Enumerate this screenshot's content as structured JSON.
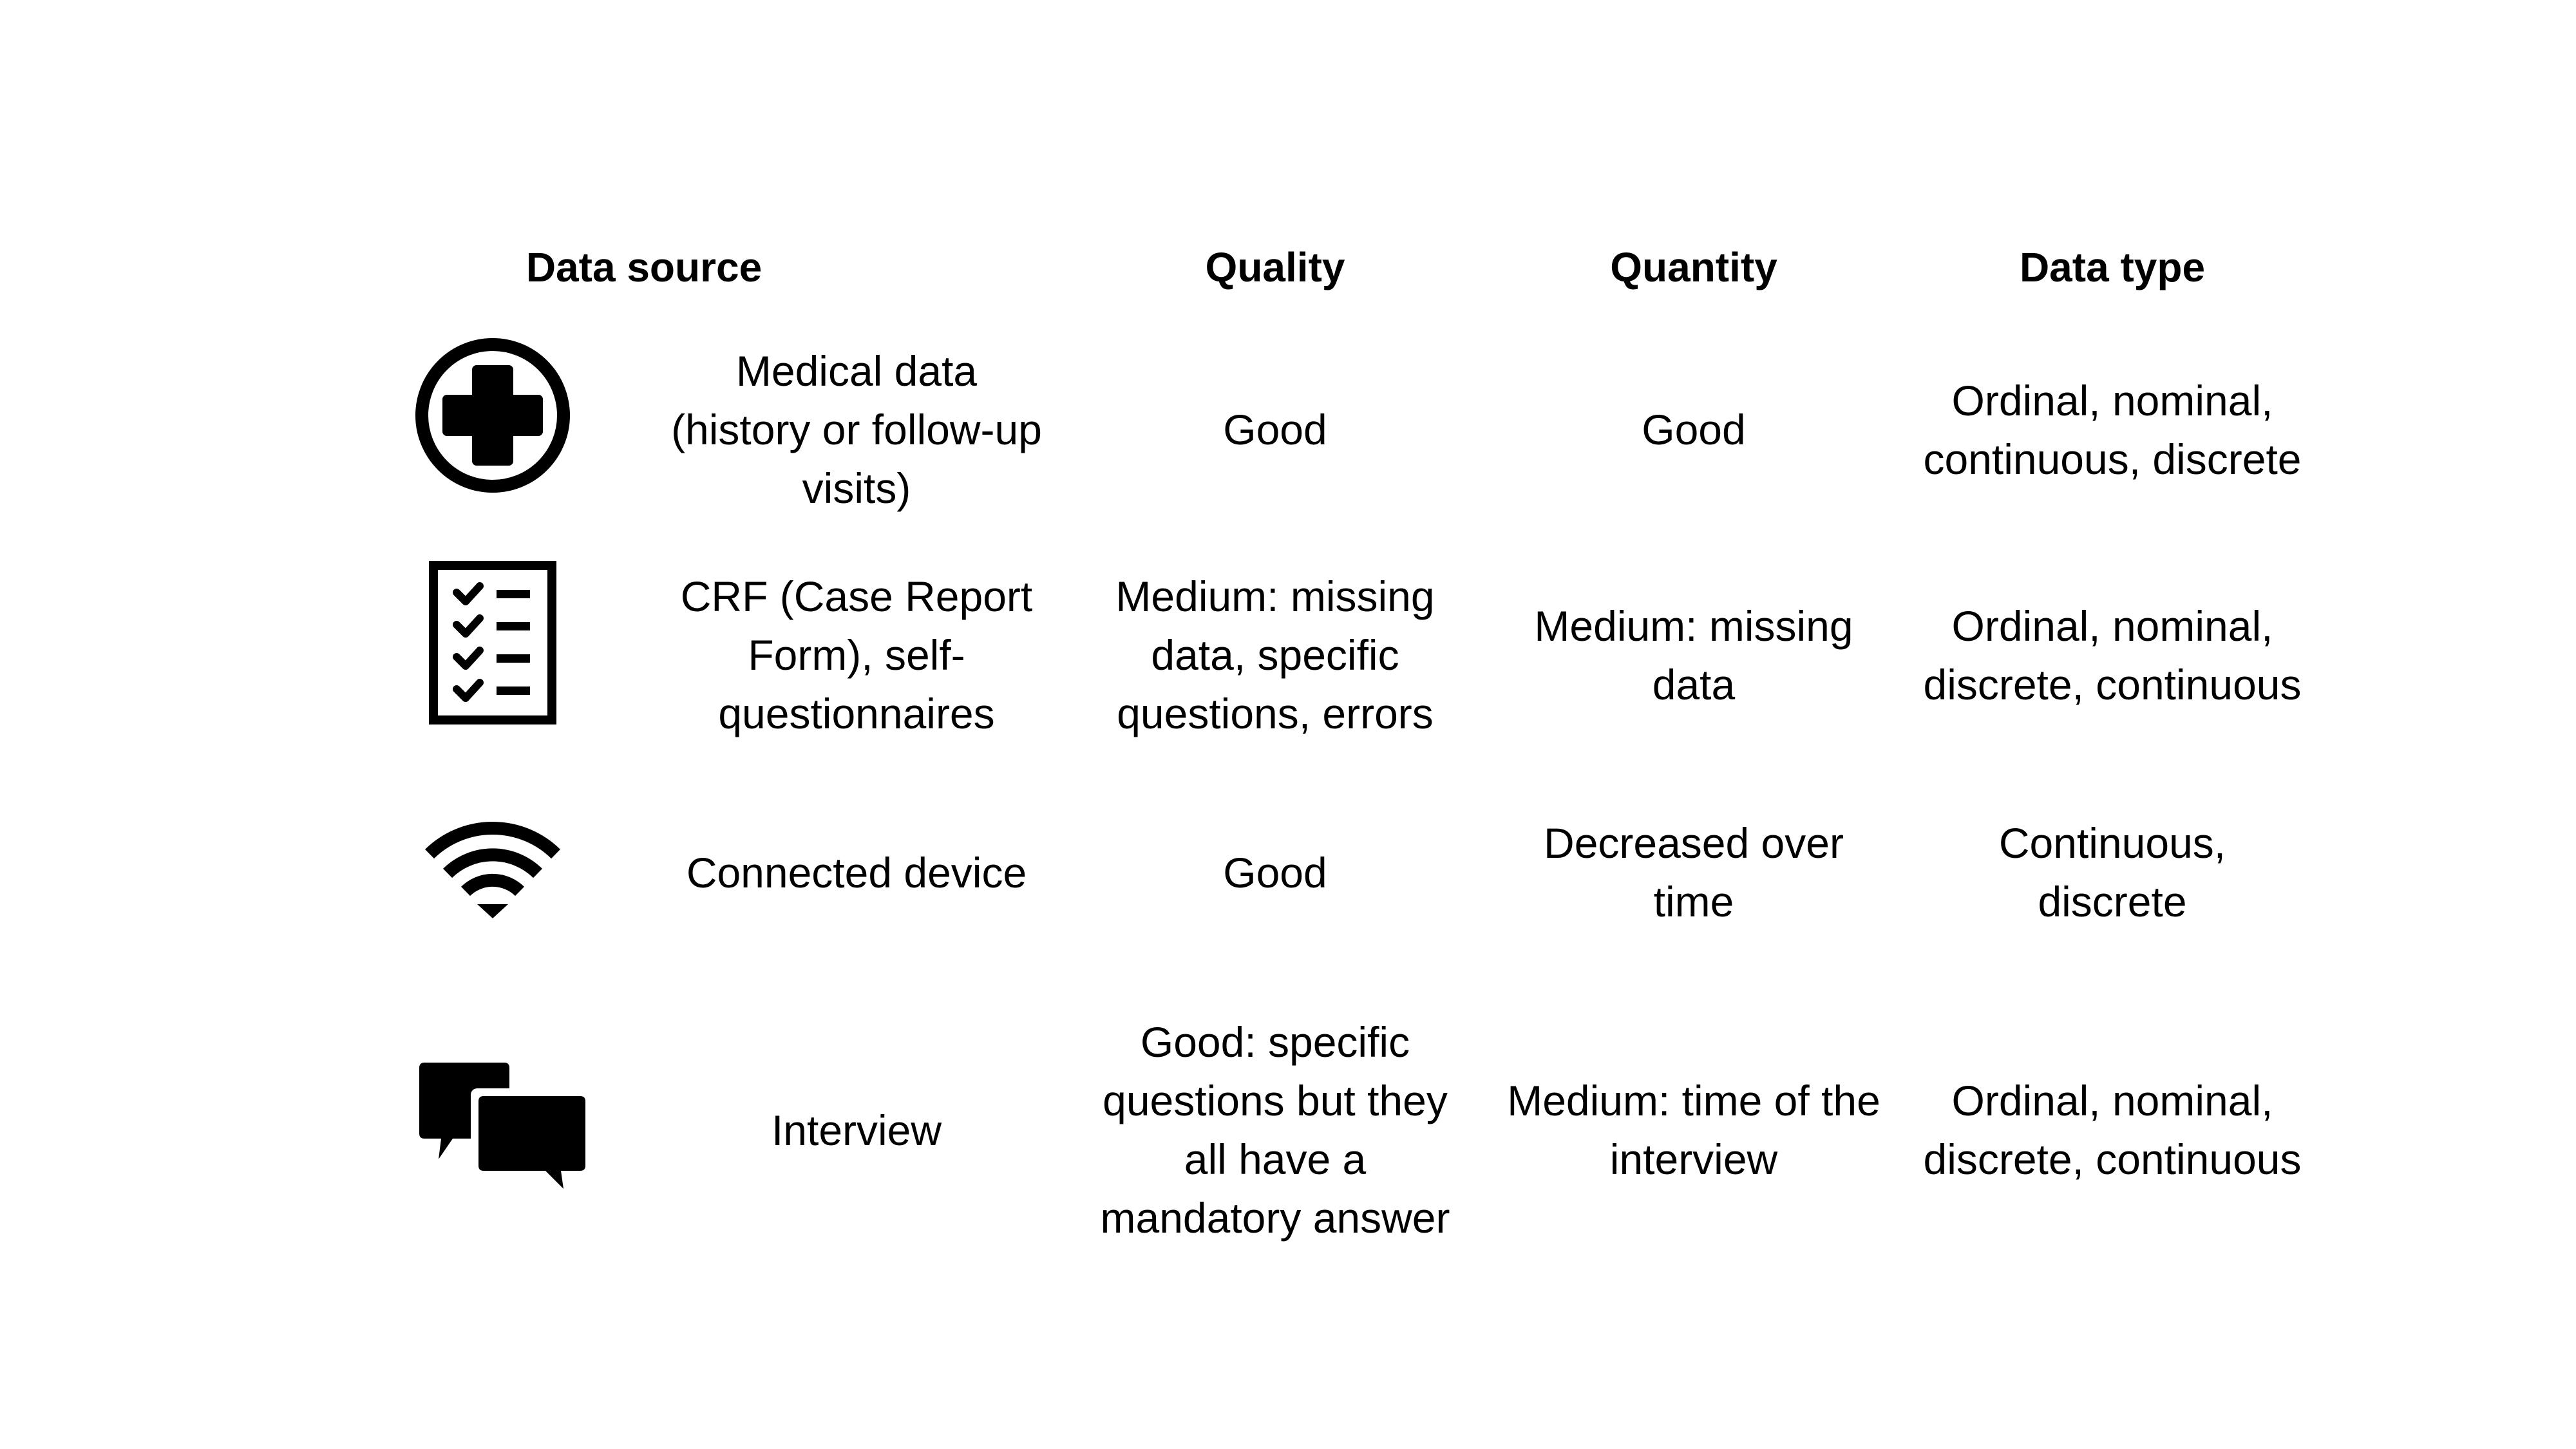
{
  "headers": {
    "source": "Data source",
    "quality": "Quality",
    "quantity": "Quantity",
    "type": "Data type"
  },
  "rows": [
    {
      "icon": "medical-cross-icon",
      "source": "Medical data (history or follow-up visits)",
      "quality": "Good",
      "quantity": "Good",
      "type": "Ordinal, nominal, continuous, discrete"
    },
    {
      "icon": "checklist-icon",
      "source": "CRF (Case Report Form), self-questionnaires",
      "quality": "Medium: missing data, specific questions, errors",
      "quantity": "Medium: missing data",
      "type": "Ordinal, nominal, discrete, continuous"
    },
    {
      "icon": "wifi-icon",
      "source": "Connected device",
      "quality": "Good",
      "quantity": "Decreased over time",
      "type": "Continuous, discrete"
    },
    {
      "icon": "chat-bubbles-icon",
      "source": "Interview",
      "quality": "Good: specific questions but they all have a mandatory answer",
      "quantity": "Medium: time of the interview",
      "type": "Ordinal, nominal, discrete, continuous"
    }
  ]
}
